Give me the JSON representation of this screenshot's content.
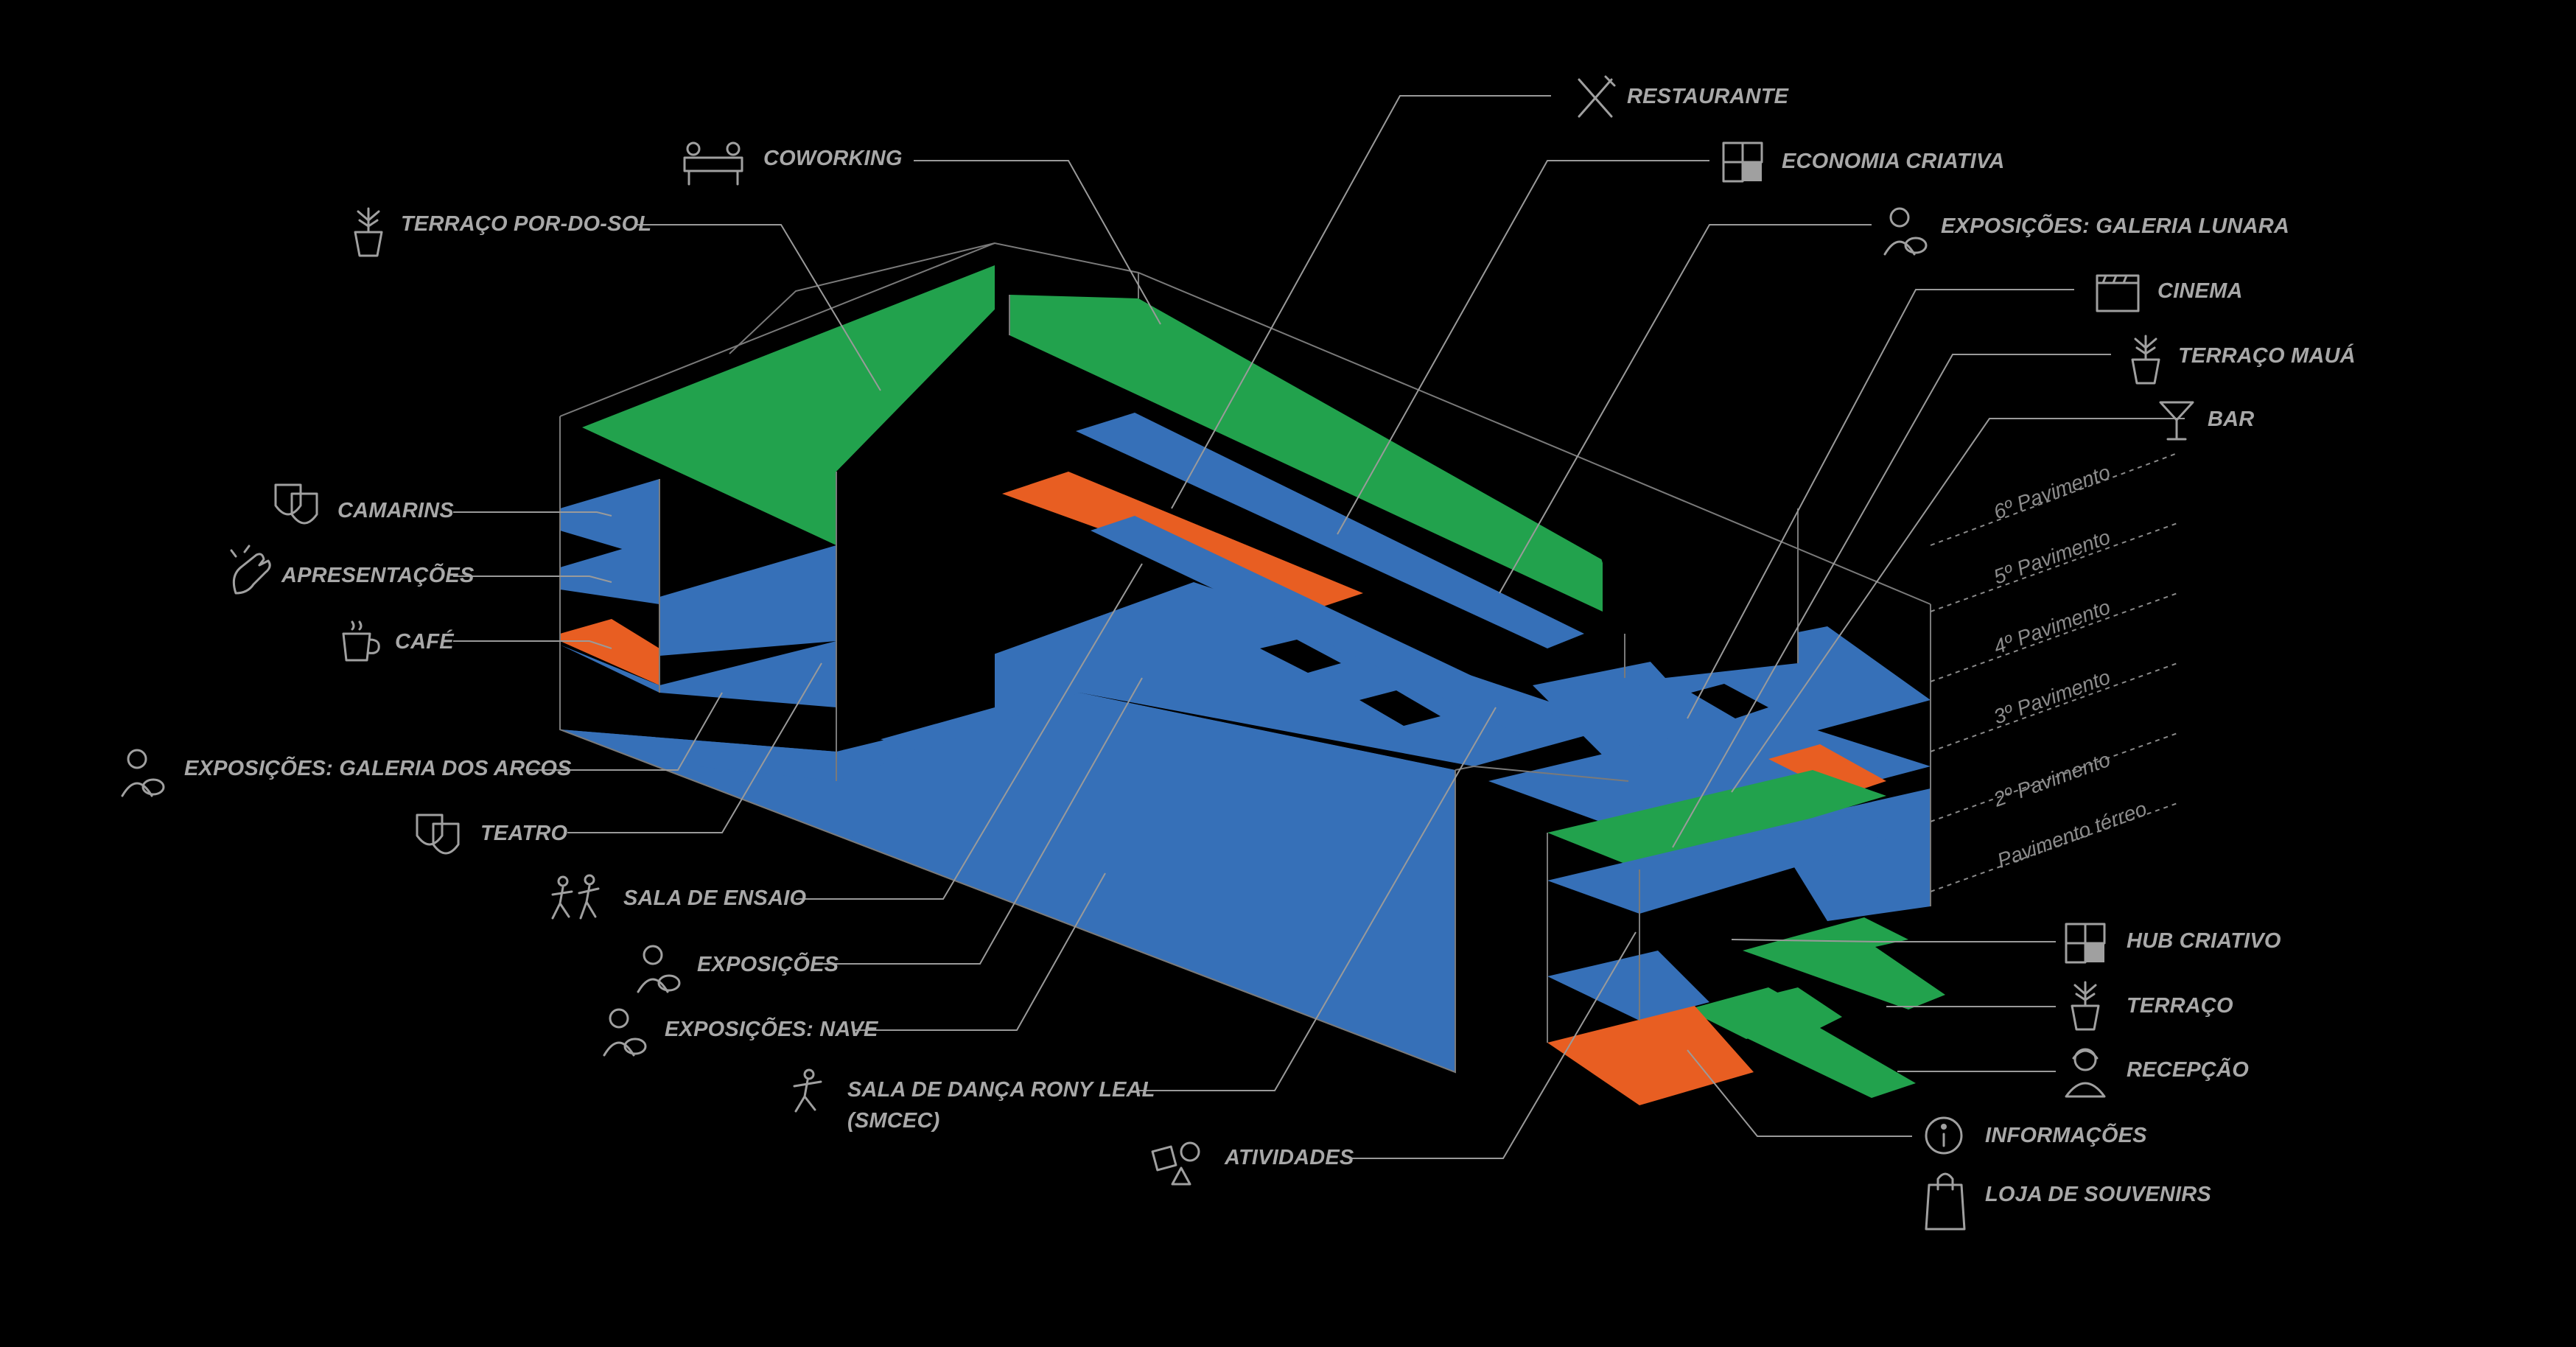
{
  "colors": {
    "background": "#000000",
    "blue": "#3670b8",
    "green": "#22a24d",
    "orange": "#e85e22",
    "label": "#a8a8a8",
    "line": "#9a9a9a"
  },
  "floors": [
    "6º Pavimento",
    "5º Pavimento",
    "4º Pavimento",
    "3º Pavimento",
    "2º Pavimento",
    "Pavimento térreo"
  ],
  "labels": {
    "restaurante": "RESTAURANTE",
    "coworking": "COWORKING",
    "economia_criativa": "ECONOMIA CRIATIVA",
    "terraco_por_do_sol": "TERRAÇO POR-DO-SOL",
    "galeria_lunara": "EXPOSIÇÕES: GALERIA LUNARA",
    "cinema": "CINEMA",
    "terraco_maua": "TERRAÇO MAUÁ",
    "bar": "BAR",
    "camarins": "CAMARINS",
    "apresentacoes": "APRESENTAÇÕES",
    "cafe": "CAFÉ",
    "galeria_arcos": "EXPOSIÇÕES: GALERIA DOS ARCOS",
    "teatro": "TEATRO",
    "sala_ensaio": "SALA DE ENSAIO",
    "exposicoes": "EXPOSIÇÕES",
    "exposicoes_nave": "EXPOSIÇÕES: NAVE",
    "sala_danca_1": "SALA DE DANÇA RONY LEAL",
    "sala_danca_2": "(SMCEC)",
    "atividades": "ATIVIDADES",
    "hub_criativo": "HUB CRIATIVO",
    "terraco": "TERRAÇO",
    "recepcao": "RECEPÇÃO",
    "informacoes": "INFORMAÇÕES",
    "loja": "LOJA DE SOUVENIRS"
  },
  "icons": {
    "restaurante": "fork-knife-icon",
    "coworking": "coworking-desk-icon",
    "economia_criativa": "puzzle-icon",
    "terraco_por_do_sol": "potted-plant-icon",
    "galeria_lunara": "painter-icon",
    "cinema": "clapperboard-icon",
    "terraco_maua": "potted-plant-icon",
    "bar": "cocktail-glass-icon",
    "camarins": "theater-masks-icon",
    "apresentacoes": "clapping-hands-icon",
    "cafe": "coffee-cup-icon",
    "galeria_arcos": "painter-icon",
    "teatro": "theater-masks-icon",
    "sala_ensaio": "dancers-icon",
    "exposicoes": "painter-icon",
    "exposicoes_nave": "painter-icon",
    "sala_danca": "dancer-icon",
    "atividades": "shapes-icon",
    "hub_criativo": "puzzle-icon",
    "terraco": "potted-plant-icon",
    "recepcao": "receptionist-icon",
    "informacoes": "info-icon",
    "loja": "shopping-bag-icon"
  }
}
